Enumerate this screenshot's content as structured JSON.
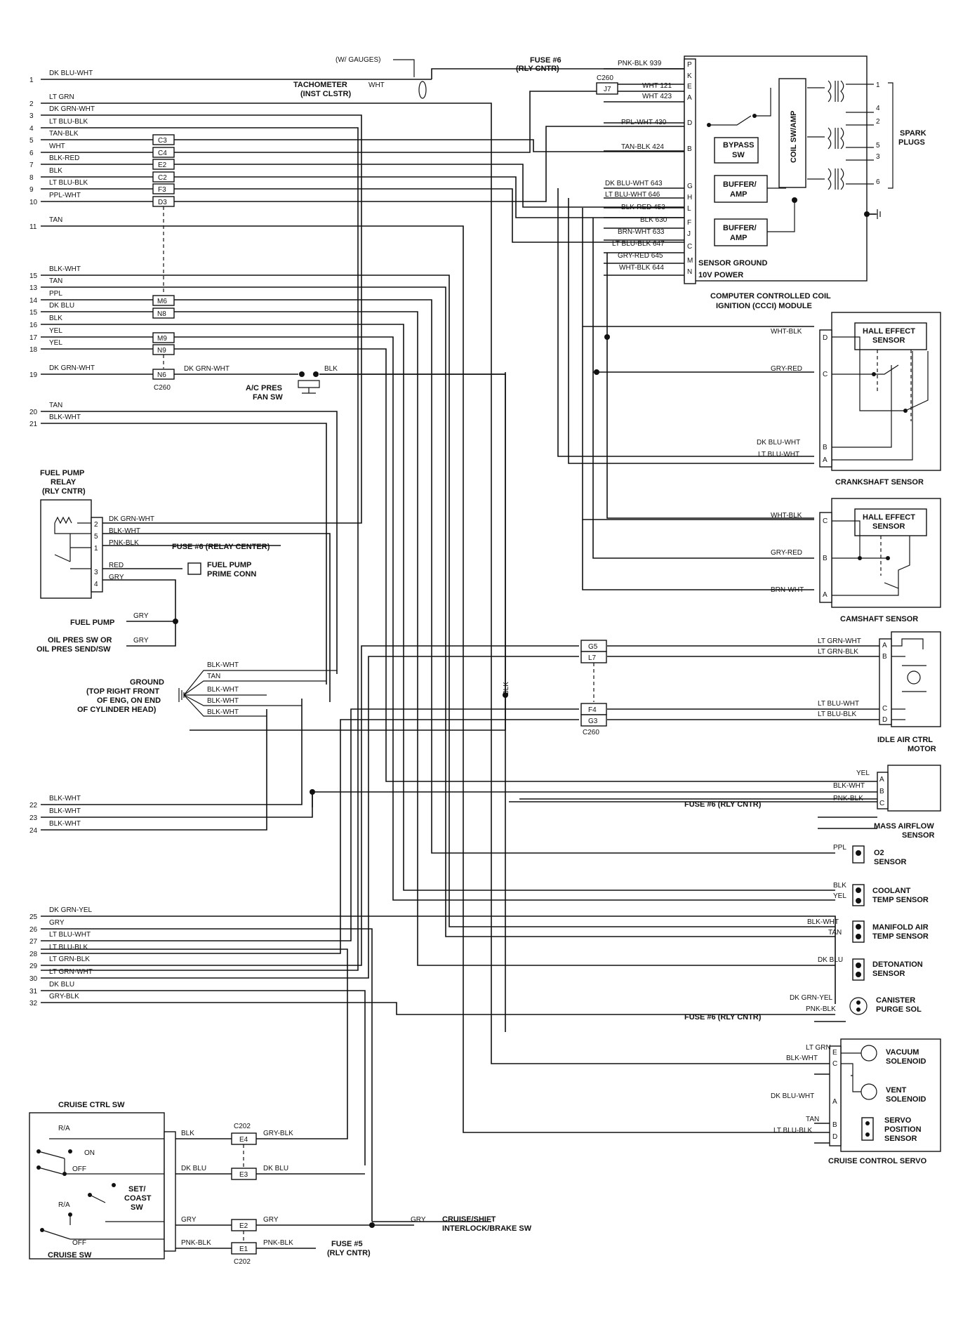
{
  "left_pins": {
    "p1": {
      "num": "1",
      "wire": "DK BLU-WHT"
    },
    "p2": {
      "num": "2",
      "wire": "LT GRN"
    },
    "p3": {
      "num": "3",
      "wire": "DK GRN-WHT"
    },
    "p4": {
      "num": "4",
      "wire": "LT BLU-BLK"
    },
    "p5": {
      "num": "5",
      "wire": "TAN-BLK"
    },
    "p6": {
      "num": "6",
      "wire": "WHT"
    },
    "p7": {
      "num": "7",
      "wire": "BLK-RED"
    },
    "p8": {
      "num": "8",
      "wire": "BLK"
    },
    "p9": {
      "num": "9",
      "wire": "LT BLU-BLK"
    },
    "p10": {
      "num": "10",
      "wire": "PPL-WHT"
    },
    "p11": {
      "num": "11",
      "wire": "TAN"
    },
    "p15a": {
      "num": "15",
      "wire": "BLK-WHT"
    },
    "p13": {
      "num": "13",
      "wire": "TAN"
    },
    "p14": {
      "num": "14",
      "wire": "PPL"
    },
    "p15b": {
      "num": "15",
      "wire": "DK BLU"
    },
    "p16": {
      "num": "16",
      "wire": "BLK"
    },
    "p17": {
      "num": "17",
      "wire": "YEL"
    },
    "p18": {
      "num": "18",
      "wire": "YEL"
    },
    "p19": {
      "num": "19",
      "wire": "DK GRN-WHT"
    },
    "p20": {
      "num": "20",
      "wire": "TAN"
    },
    "p21": {
      "num": "21",
      "wire": "BLK-WHT"
    },
    "p22": {
      "num": "22",
      "wire": "BLK-WHT"
    },
    "p23": {
      "num": "23",
      "wire": "BLK-WHT"
    },
    "p24": {
      "num": "24",
      "wire": "BLK-WHT"
    },
    "p25": {
      "num": "25",
      "wire": "DK GRN-YEL"
    },
    "p26": {
      "num": "26",
      "wire": "GRY"
    },
    "p27": {
      "num": "27",
      "wire": "LT BLU-WHT"
    },
    "p28": {
      "num": "28",
      "wire": "LT BLU-BLK"
    },
    "p29": {
      "num": "29",
      "wire": "LT GRN-BLK"
    },
    "p30": {
      "num": "30",
      "wire": "LT GRN-WHT"
    },
    "p31": {
      "num": "31",
      "wire": "DK BLU"
    },
    "p32": {
      "num": "32",
      "wire": "GRY-BLK"
    }
  },
  "c260_cells": {
    "c3": "C3",
    "c4": "C4",
    "e2": "E2",
    "c2": "C2",
    "f3": "F3",
    "d3": "D3",
    "m6": "M6",
    "n8": "N8",
    "m9": "M9",
    "n9": "N9",
    "n6": "N6",
    "label": "C260"
  },
  "top": {
    "w_gauges": "(W/ GAUGES)",
    "tachometer": "TACHOMETER",
    "inst_clstr": "(INST CLSTR)",
    "tach_wire": "WHT",
    "fuse6_a": "FUSE #6",
    "rly_cntr_a": "(RLY CNTR)",
    "c260_j7_label": "C260",
    "j7": "J7"
  },
  "ccci": {
    "wires": {
      "P": "PNK-BLK 939",
      "K": "WHT 121",
      "E": "WHT 423",
      "D": "PPL-WHT 430",
      "B": "TAN-BLK 424",
      "G": "DK BLU-WHT 643",
      "H": "LT BLU-WHT 646",
      "L": "BLK-RED 453",
      "Lb": "BLK 630",
      "F": "BRN-WHT 633",
      "J": "LT BLU-BLK 647",
      "C": "GRY-RED 645",
      "M": "WHT-BLK 644"
    },
    "letters": {
      "P": "P",
      "K": "K",
      "E": "E",
      "A": "A",
      "D": "D",
      "B": "B",
      "G": "G",
      "H": "H",
      "L": "L",
      "F": "F",
      "J": "J",
      "C": "C",
      "M": "M",
      "N": "N"
    },
    "bypass": "BYPASS",
    "sw": "SW",
    "buffer": "BUFFER/",
    "amp": "AMP",
    "coil": "COIL SW/AMP",
    "sensor_ground": "SENSOR GROUND",
    "power": "10V POWER",
    "title1": "COMPUTER CONTROLLED COIL",
    "title2": "IGNITION (CCCI) MODULE",
    "plug_nums": {
      "n1": "1",
      "n4": "4",
      "n2": "2",
      "n5": "5",
      "n3": "3",
      "n6": "6"
    },
    "spark": "SPARK",
    "plugs": "PLUGS"
  },
  "crank": {
    "hall1": "HALL EFFECT",
    "hall2": "SENSOR",
    "w_d": "WHT-BLK",
    "w_c": "GRY-RED",
    "w_b": "DK BLU-WHT",
    "w_a": "LT BLU-WHT",
    "pin_d": "D",
    "pin_c": "C",
    "pin_b": "B",
    "pin_a": "A",
    "title": "CRANKSHAFT SENSOR"
  },
  "cam": {
    "hall1": "HALL EFFECT",
    "hall2": "SENSOR",
    "w_c": "WHT-BLK",
    "w_b": "GRY-RED",
    "w_a": "BRN-WHT",
    "pin_c": "C",
    "pin_b": "B",
    "pin_a": "A",
    "title": "CAMSHAFT SENSOR"
  },
  "ac": {
    "wire_in": "DK GRN-WHT",
    "wire_out": "BLK",
    "l1": "A/C PRES",
    "l2": "FAN SW"
  },
  "fuel_relay": {
    "t1": "FUEL PUMP",
    "t2": "RELAY",
    "t3": "(RLY CNTR)",
    "pins": {
      "p2": "2",
      "p5": "5",
      "p1": "1",
      "p3": "3",
      "p4": "4"
    },
    "w2": "DK GRN-WHT",
    "w5": "BLK-WHT",
    "w1": "PNK-BLK",
    "w3": "RED",
    "w4": "GRY",
    "fuse": "FUSE #6 (RELAY CENTER)",
    "prime1": "FUEL PUMP",
    "prime2": "PRIME CONN",
    "pump": "FUEL PUMP",
    "pump_wire": "GRY",
    "oil1": "OIL PRES SW OR",
    "oil2": "OIL PRES SEND/SW",
    "oil_wire": "GRY"
  },
  "ground": {
    "l1": "GROUND",
    "l2": "(TOP RIGHT FRONT",
    "l3": "OF ENG, ON END",
    "l4": "OF CYLINDER HEAD)",
    "w1": "BLK-WHT",
    "w2": "TAN",
    "w3": "BLK-WHT",
    "w4": "BLK-WHT",
    "w5": "BLK-WHT",
    "blk_vert": "BLK"
  },
  "iac": {
    "g5": "G5",
    "l7": "L7",
    "f4": "F4",
    "g3": "G3",
    "c260": "C260",
    "wA": "LT GRN-WHT",
    "wB": "LT GRN-BLK",
    "wC": "LT BLU-WHT",
    "wD": "LT BLU-BLK",
    "pA": "A",
    "pB": "B",
    "pC": "C",
    "pD": "D",
    "t1": "IDLE AIR CTRL",
    "t2": "MOTOR"
  },
  "maf": {
    "wA": "YEL",
    "wB": "BLK-WHT",
    "wC": "PNK-BLK",
    "pA": "A",
    "pB": "B",
    "pC": "C",
    "fuse": "FUSE #6 (RLY CNTR)",
    "t1": "MASS AIRFLOW",
    "t2": "SENSOR"
  },
  "o2": {
    "wire": "PPL",
    "t1": "O2",
    "t2": "SENSOR"
  },
  "coolant": {
    "w1": "BLK",
    "w2": "YEL",
    "t1": "COOLANT",
    "t2": "TEMP SENSOR"
  },
  "mat": {
    "w1": "BLK-WHT",
    "w2": "TAN",
    "t1": "MANIFOLD AIR",
    "t2": "TEMP SENSOR"
  },
  "det": {
    "wire": "DK BLU",
    "t1": "DETONATION",
    "t2": "SENSOR"
  },
  "purge": {
    "w1": "DK GRN-YEL",
    "w2": "PNK-BLK",
    "t1": "CANISTER",
    "t2": "PURGE SOL",
    "fuse": "FUSE #6 (RLY CNTR)"
  },
  "servo": {
    "wE": "LT GRN",
    "wC": "BLK-WHT",
    "wA": "DK BLU-WHT",
    "wB": "TAN",
    "wD": "LT BLU-BLK",
    "pE": "E",
    "pC": "C",
    "pA": "A",
    "pB": "B",
    "pD": "D",
    "vac1": "VACUUM",
    "vac2": "SOLENOID",
    "vent1": "VENT",
    "vent2": "SOLENOID",
    "pos1": "SERVO",
    "pos2": "POSITION",
    "pos3": "SENSOR",
    "title": "CRUISE CONTROL SERVO"
  },
  "cruise": {
    "title": "CRUISE CTRL SW",
    "ra1": "R/A",
    "on": "ON",
    "off1": "OFF",
    "set1": "SET/",
    "set2": "COAST",
    "set3": "SW",
    "ra2": "R/A",
    "off2": "OFF",
    "cruise_sw": "CRUISE SW",
    "w1": "BLK",
    "w2": "DK BLU",
    "w3": "GRY",
    "w4": "PNK-BLK",
    "c202_top": "C202",
    "e4": "E4",
    "e3": "E3",
    "e2": "E2",
    "e1": "E1",
    "c202_bot": "C202",
    "o1": "GRY-BLK",
    "o2": "DK BLU",
    "o3": "GRY",
    "o4": "PNK-BLK",
    "brake_wire": "GRY",
    "brake1": "CRUISE/SHIFT",
    "brake2": "INTERLOCK/BRAKE SW",
    "fuse1": "FUSE #5",
    "fuse2": "(RLY CNTR)"
  }
}
